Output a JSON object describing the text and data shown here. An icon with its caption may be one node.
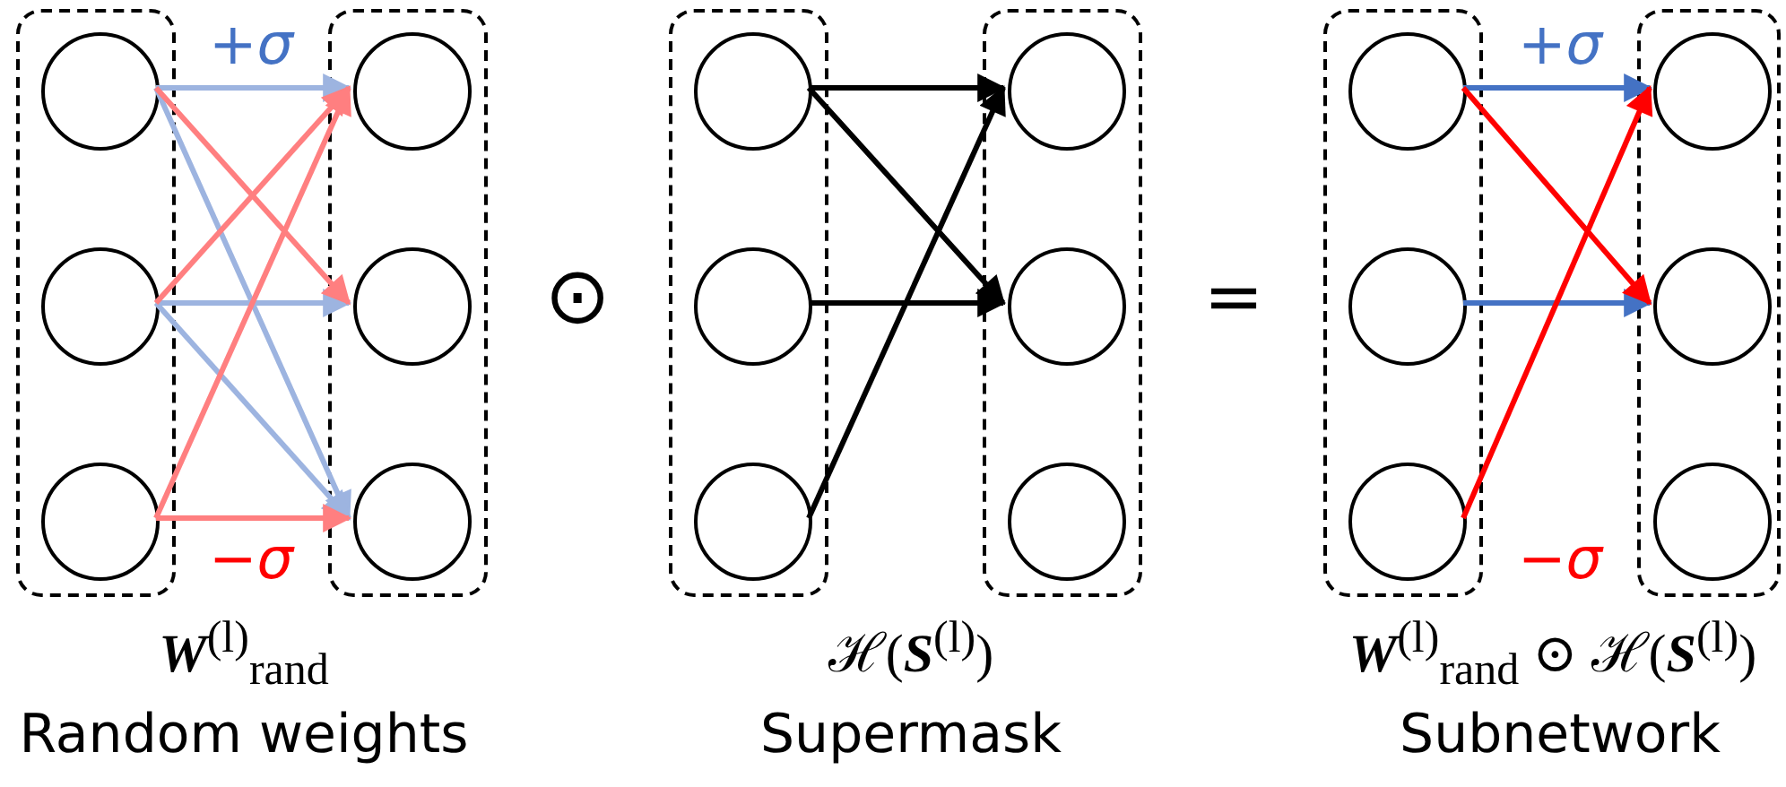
{
  "diagram": {
    "nodes": [
      {
        "text": [],
        "shape": "box"
      },
      {
        "text": [],
        "shape": "circle",
        "in": 0
      },
      {
        "text": [],
        "shape": "circle",
        "in": 0
      },
      {
        "text": [],
        "shape": "circle",
        "in": 0
      },
      {
        "text": [],
        "shape": "box"
      },
      {
        "text": [],
        "shape": "circle",
        "in": 4
      },
      {
        "text": [],
        "shape": "circle",
        "in": 4
      },
      {
        "text": [],
        "shape": "circle",
        "in": 4
      },
      {
        "text": [],
        "shape": "box"
      },
      {
        "text": [],
        "shape": "circle",
        "in": 8
      },
      {
        "text": [],
        "shape": "circle",
        "in": 8
      },
      {
        "text": [],
        "shape": "circle",
        "in": 8
      },
      {
        "text": [],
        "shape": "box"
      },
      {
        "text": [],
        "shape": "circle",
        "in": 12
      },
      {
        "text": [],
        "shape": "circle",
        "in": 12
      },
      {
        "text": [],
        "shape": "circle",
        "in": 12
      },
      {
        "text": [],
        "shape": "box"
      },
      {
        "text": [],
        "shape": "circle",
        "in": 16
      },
      {
        "text": [],
        "shape": "circle",
        "in": 16
      },
      {
        "text": [],
        "shape": "circle",
        "in": 16
      },
      {
        "text": [],
        "shape": "box"
      },
      {
        "text": [],
        "shape": "circle",
        "in": 20
      },
      {
        "text": [],
        "shape": "circle",
        "in": 20
      },
      {
        "text": [],
        "shape": "circle",
        "in": 20
      }
    ],
    "edges": [
      {
        "from": 1,
        "to": 5,
        "arrow": "to",
        "color": "#9db4e0"
      },
      {
        "from": 1,
        "to": 7,
        "arrow": "to",
        "color": "#9db4e0"
      },
      {
        "from": 2,
        "to": 6,
        "arrow": "to",
        "color": "#9db4e0"
      },
      {
        "from": 2,
        "to": 7,
        "arrow": "to",
        "color": "#9db4e0"
      },
      {
        "from": 1,
        "to": 6,
        "arrow": "to",
        "color": "#ff7f80"
      },
      {
        "from": 2,
        "to": 5,
        "arrow": "to",
        "color": "#ff7f80"
      },
      {
        "from": 3,
        "to": 5,
        "arrow": "to",
        "color": "#ff7f80"
      },
      {
        "from": 3,
        "to": 7,
        "arrow": "to",
        "color": "#ff7f80"
      },
      {
        "from": 9,
        "to": 13,
        "arrow": "to",
        "color": "#000000"
      },
      {
        "from": 9,
        "to": 14,
        "arrow": "to",
        "color": "#000000"
      },
      {
        "from": 10,
        "to": 14,
        "arrow": "to",
        "color": "#000000"
      },
      {
        "from": 11,
        "to": 13,
        "arrow": "to",
        "color": "#000000"
      },
      {
        "from": 17,
        "to": 21,
        "arrow": "to",
        "color": "#4472c4"
      },
      {
        "from": 18,
        "to": 22,
        "arrow": "to",
        "color": "#4472c4"
      },
      {
        "from": 17,
        "to": 22,
        "arrow": "to",
        "color": "#ff0000"
      },
      {
        "from": 19,
        "to": 21,
        "arrow": "to",
        "color": "#ff0000"
      }
    ],
    "labels": [
      "+*σ*",
      "−*σ*",
      "**W**$^{(l)}$$_{rand}$",
      "Random weights",
      "⊙",
      "ℋ(**S**$^{(l)}$)",
      "Supermask",
      "=",
      "+*σ*",
      "−*σ*",
      "**W**$^{(l)}$$_{rand}$ ⊙ ℋ(**S**$^{(l)}$)",
      "Subnetwork"
    ]
  }
}
